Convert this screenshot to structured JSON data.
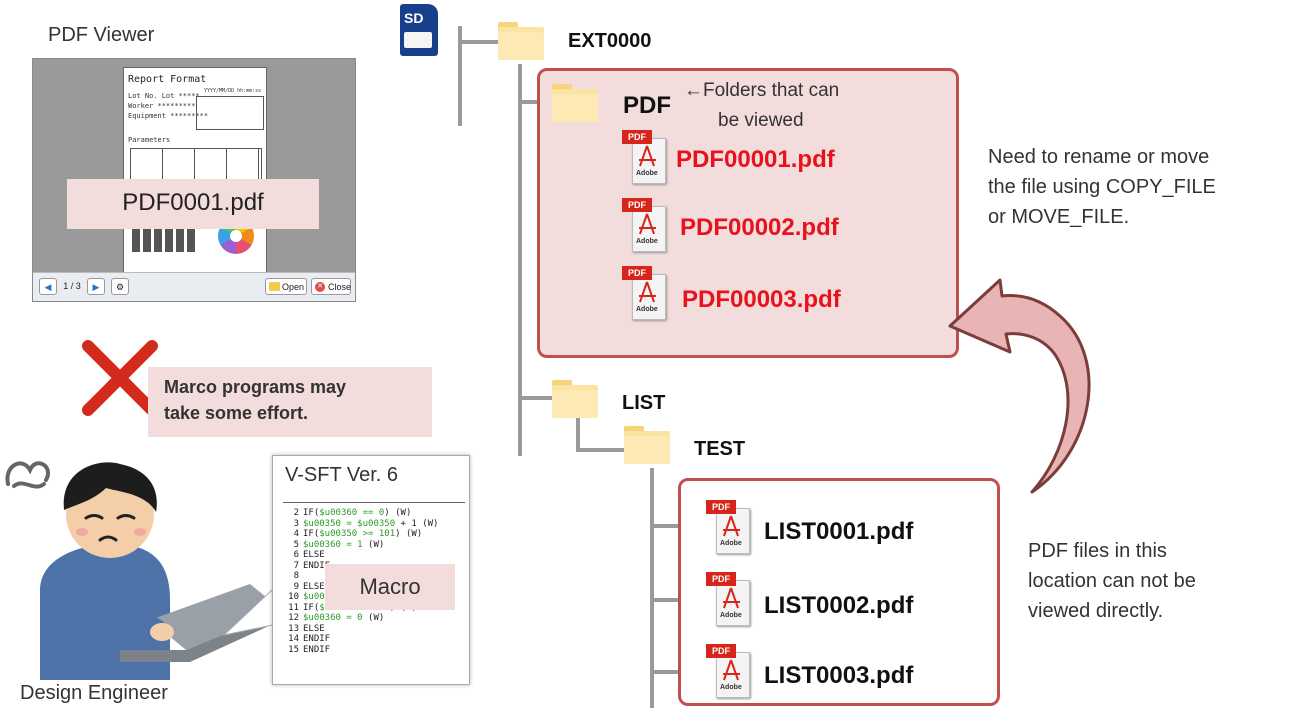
{
  "viewer": {
    "title": "PDF Viewer",
    "report_title": "Report Format",
    "rows": [
      "Lot No.   Lot *****",
      "Worker    *********",
      "Equipment *********"
    ],
    "date_text": "YYYY/MM/DD hh:mm:ss",
    "params_label": "Parameters",
    "overlay_label": "PDF0001.pdf",
    "page_indicator": "1 / 3",
    "open_label": "Open",
    "close_label": "Close"
  },
  "warning": {
    "text_line1": "Marco programs may",
    "text_line2": "take some effort."
  },
  "engineer": {
    "caption": "Design Engineer"
  },
  "code_window": {
    "title": "V-SFT Ver. 6",
    "overlay_label": "Macro",
    "lines": [
      {
        "n": "2",
        "a": "IF(",
        "g": "$u00360 == 0",
        "b": ") (W)"
      },
      {
        "n": "3",
        "a": "",
        "g": "$u00350 = $u00350",
        "b": " + 1 (W)"
      },
      {
        "n": "4",
        "a": "IF(",
        "g": "$u00350 >= 101",
        "b": ") (W)"
      },
      {
        "n": "5",
        "a": "",
        "g": "$u00360 = 1",
        "b": " (W)"
      },
      {
        "n": "6",
        "a": "ELSE",
        "g": "",
        "b": ""
      },
      {
        "n": "7",
        "a": "ENDIF",
        "g": "",
        "b": ""
      },
      {
        "n": "8",
        "a": "",
        "g": "",
        "b": ""
      },
      {
        "n": "9",
        "a": "ELSE",
        "g": "",
        "b": ""
      },
      {
        "n": "10",
        "a": "",
        "g": "$u00",
        "b": ""
      },
      {
        "n": "11",
        "a": "IF(",
        "g": "$u00350 <= 50",
        "b": ") (W)"
      },
      {
        "n": "12",
        "a": "",
        "g": "$u00360 = 0",
        "b": " (W)"
      },
      {
        "n": "13",
        "a": "ELSE",
        "g": "",
        "b": ""
      },
      {
        "n": "14",
        "a": "ENDIF",
        "g": "",
        "b": ""
      },
      {
        "n": "15",
        "a": "ENDIF",
        "g": "",
        "b": ""
      }
    ]
  },
  "tree": {
    "root": "EXT0000",
    "pdf_folder": "PDF",
    "pdf_note_line1": "←Folders that can",
    "pdf_note_line2": "be viewed",
    "pdf_files": [
      "PDF00001.pdf",
      "PDF00002.pdf",
      "PDF00003.pdf"
    ],
    "list_folder": "LIST",
    "test_folder": "TEST",
    "list_files": [
      "LIST0001.pdf",
      "LIST0002.pdf",
      "LIST0003.pdf"
    ],
    "pdf_badge": "PDF",
    "adobe_label": "Adobe",
    "sd_label": "SD"
  },
  "notes": {
    "rename_line1": "Need to rename or move",
    "rename_line2": "the file using COPY_FILE",
    "rename_line3": "or MOVE_FILE.",
    "cannot_line1": "PDF files in this",
    "cannot_line2": "location can not be",
    "cannot_line3": "viewed directly."
  },
  "colors": {
    "highlight_border": "#c0504d",
    "highlight_fill": "#f2dcdc",
    "pdf_red": "#e8121c",
    "folder_yellow": "#fbe3a1"
  }
}
